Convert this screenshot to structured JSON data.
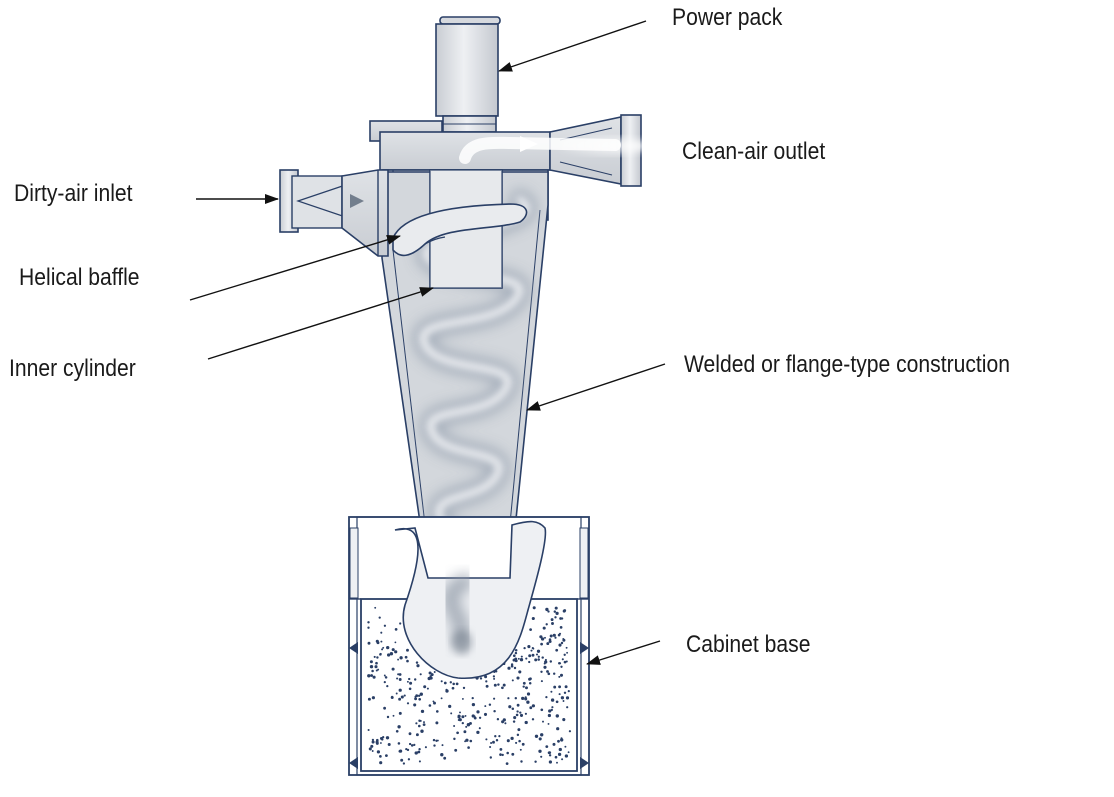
{
  "diagram": {
    "labels": {
      "power_pack": "Power pack",
      "clean_air_outlet": "Clean-air outlet",
      "dirty_air_inlet": "Dirty-air inlet",
      "helical_baffle": "Helical baffle",
      "inner_cylinder": "Inner cylinder",
      "welded_construction": "Welded or flange-type construction",
      "cabinet_base": "Cabinet base"
    },
    "colors": {
      "outline": "#2a3f66",
      "metal_fill": "#d6d9de",
      "metal_light": "#eef0f3",
      "swirl": "#b9c0c9",
      "dust": "#2a3f66",
      "leader": "#111111",
      "label_text": "#1a1a1a"
    }
  }
}
